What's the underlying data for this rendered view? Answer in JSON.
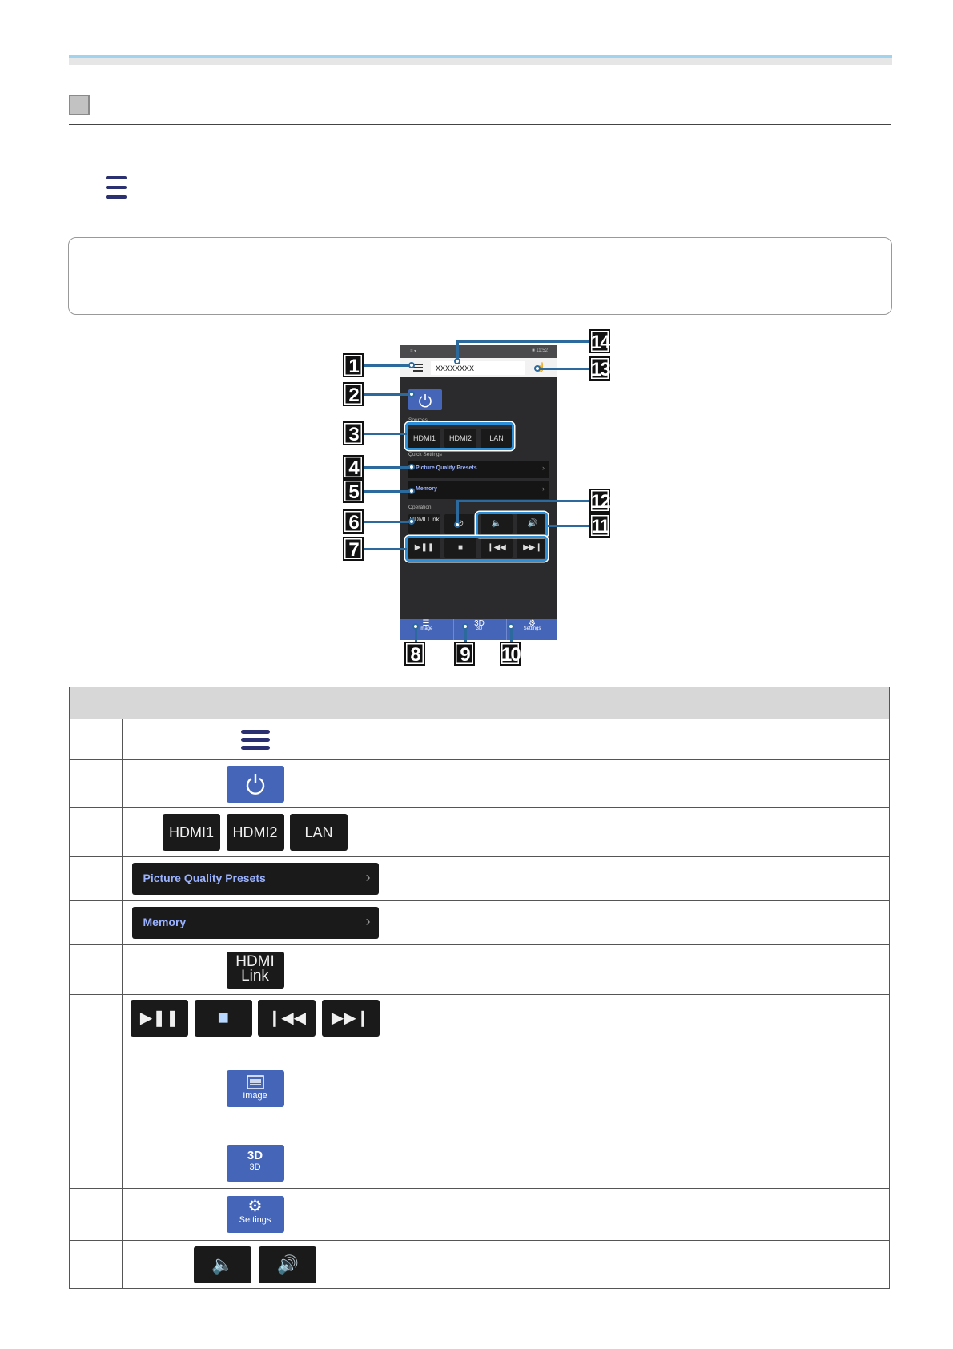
{
  "phone": {
    "status_left": "≡ ▾",
    "status_right": "■ 11:52",
    "projector_name": "XXXXXXXX",
    "sources_caption": "Sources",
    "sources": [
      "HDMI1",
      "HDMI2",
      "LAN"
    ],
    "quick_settings_caption": "Quick Settings",
    "picture_quality_presets": "Picture Quality Presets",
    "memory": "Memory",
    "operation_caption": "Operation",
    "hdmi_link": "HDMI Link",
    "tabs": [
      "Image",
      "3D",
      "Settings"
    ]
  },
  "callouts": [
    "1",
    "2",
    "3",
    "4",
    "5",
    "6",
    "7",
    "8",
    "9",
    "10",
    "11",
    "12",
    "13",
    "14"
  ],
  "table": {
    "sources": [
      "HDMI1",
      "HDMI2",
      "LAN"
    ],
    "picture_quality_presets": "Picture Quality Presets",
    "memory": "Memory",
    "hdmi_link_line1": "HDMI",
    "hdmi_link_line2": "Link",
    "image_label": "Image",
    "threed_label": "3D",
    "settings_label": "Settings"
  },
  "colors": {
    "accent_blue": "#4566b8",
    "dark_button": "#1a1a1b",
    "link_blue": "#9ab2ff",
    "callout_line": "#2c6a9e"
  }
}
